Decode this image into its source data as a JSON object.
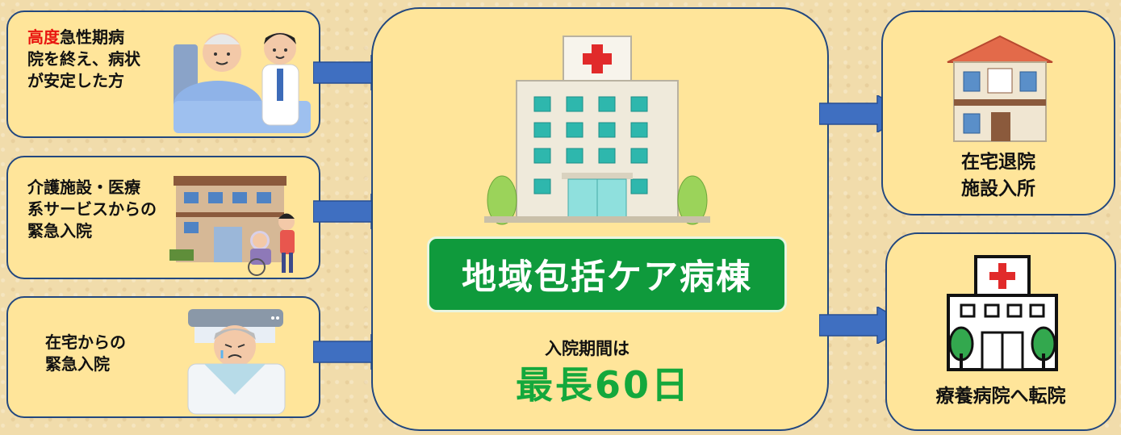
{
  "inputs": [
    {
      "highlight": "高度",
      "line1_rest": "急性期病",
      "line2": "院を終え、病状",
      "line3": "が安定した方"
    },
    {
      "line1": "介護施設・医療",
      "line2": "系サービスからの",
      "line3": "緊急入院"
    },
    {
      "line1": "在宅からの",
      "line2": "緊急入院"
    }
  ],
  "center": {
    "title": "地域包括ケア病棟",
    "period_label": "入院期間は",
    "period_value": "最長60日"
  },
  "outputs": [
    {
      "line1": "在宅退院",
      "line2": "施設入所"
    },
    {
      "line1": "療養病院へ転院"
    }
  ],
  "colors": {
    "box_fill": "#ffe59a",
    "border": "#23487f",
    "arrow": "#3f6fc1",
    "badge": "#0f9a3c",
    "accent_red": "#e8150f"
  }
}
